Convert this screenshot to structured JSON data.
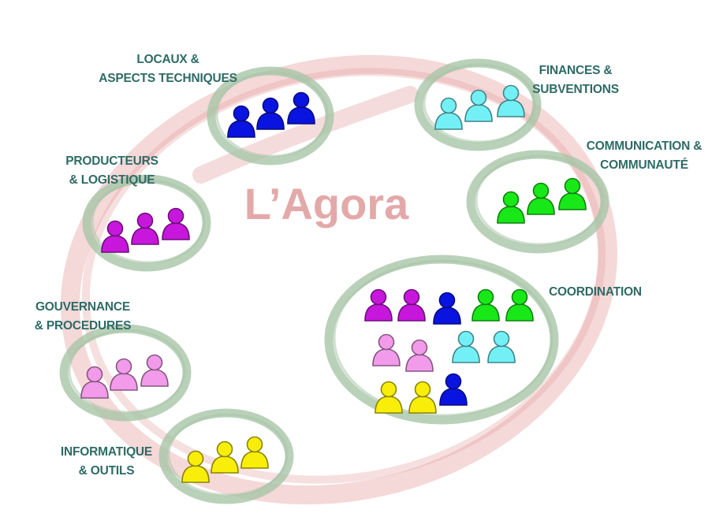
{
  "title": "L’Agora",
  "colors": {
    "ring": "#e6a2a2",
    "group_ring": "#a8c5a8",
    "label": "#2e6b66",
    "title": "#e3a9a9",
    "blue": "#0a14e0",
    "cyan": "#73f0f5",
    "green": "#18e818",
    "magenta": "#c717dc",
    "pink": "#f29bea",
    "yellow": "#f8ee0a"
  },
  "groups": [
    {
      "id": "locaux",
      "lines": [
        "LOCAUX &",
        "ASPECTS TECHNIQUES"
      ],
      "members": [
        "blue",
        "blue",
        "blue"
      ]
    },
    {
      "id": "finances",
      "lines": [
        "FINANCES &",
        "SUBVENTIONS"
      ],
      "members": [
        "cyan",
        "cyan",
        "cyan"
      ]
    },
    {
      "id": "communication",
      "lines": [
        "COMMUNICATION &",
        "COMMUNAUTÉ"
      ],
      "members": [
        "green",
        "green",
        "green"
      ]
    },
    {
      "id": "producteurs",
      "lines": [
        "PRODUCTEURS",
        "& LOGISTIQUE"
      ],
      "members": [
        "magenta",
        "magenta",
        "magenta"
      ]
    },
    {
      "id": "gouvernance",
      "lines": [
        "GOUVERNANCE",
        "& PROCEDURES"
      ],
      "members": [
        "pink",
        "pink",
        "pink"
      ]
    },
    {
      "id": "informatique",
      "lines": [
        "INFORMATIQUE",
        "& OUTILS"
      ],
      "members": [
        "yellow",
        "yellow",
        "yellow"
      ]
    },
    {
      "id": "coordination",
      "lines": [
        "COORDINATION"
      ],
      "members": [
        "magenta",
        "magenta",
        "blue",
        "green",
        "green",
        "pink",
        "pink",
        "cyan",
        "cyan",
        "yellow",
        "yellow",
        "blue"
      ]
    }
  ]
}
